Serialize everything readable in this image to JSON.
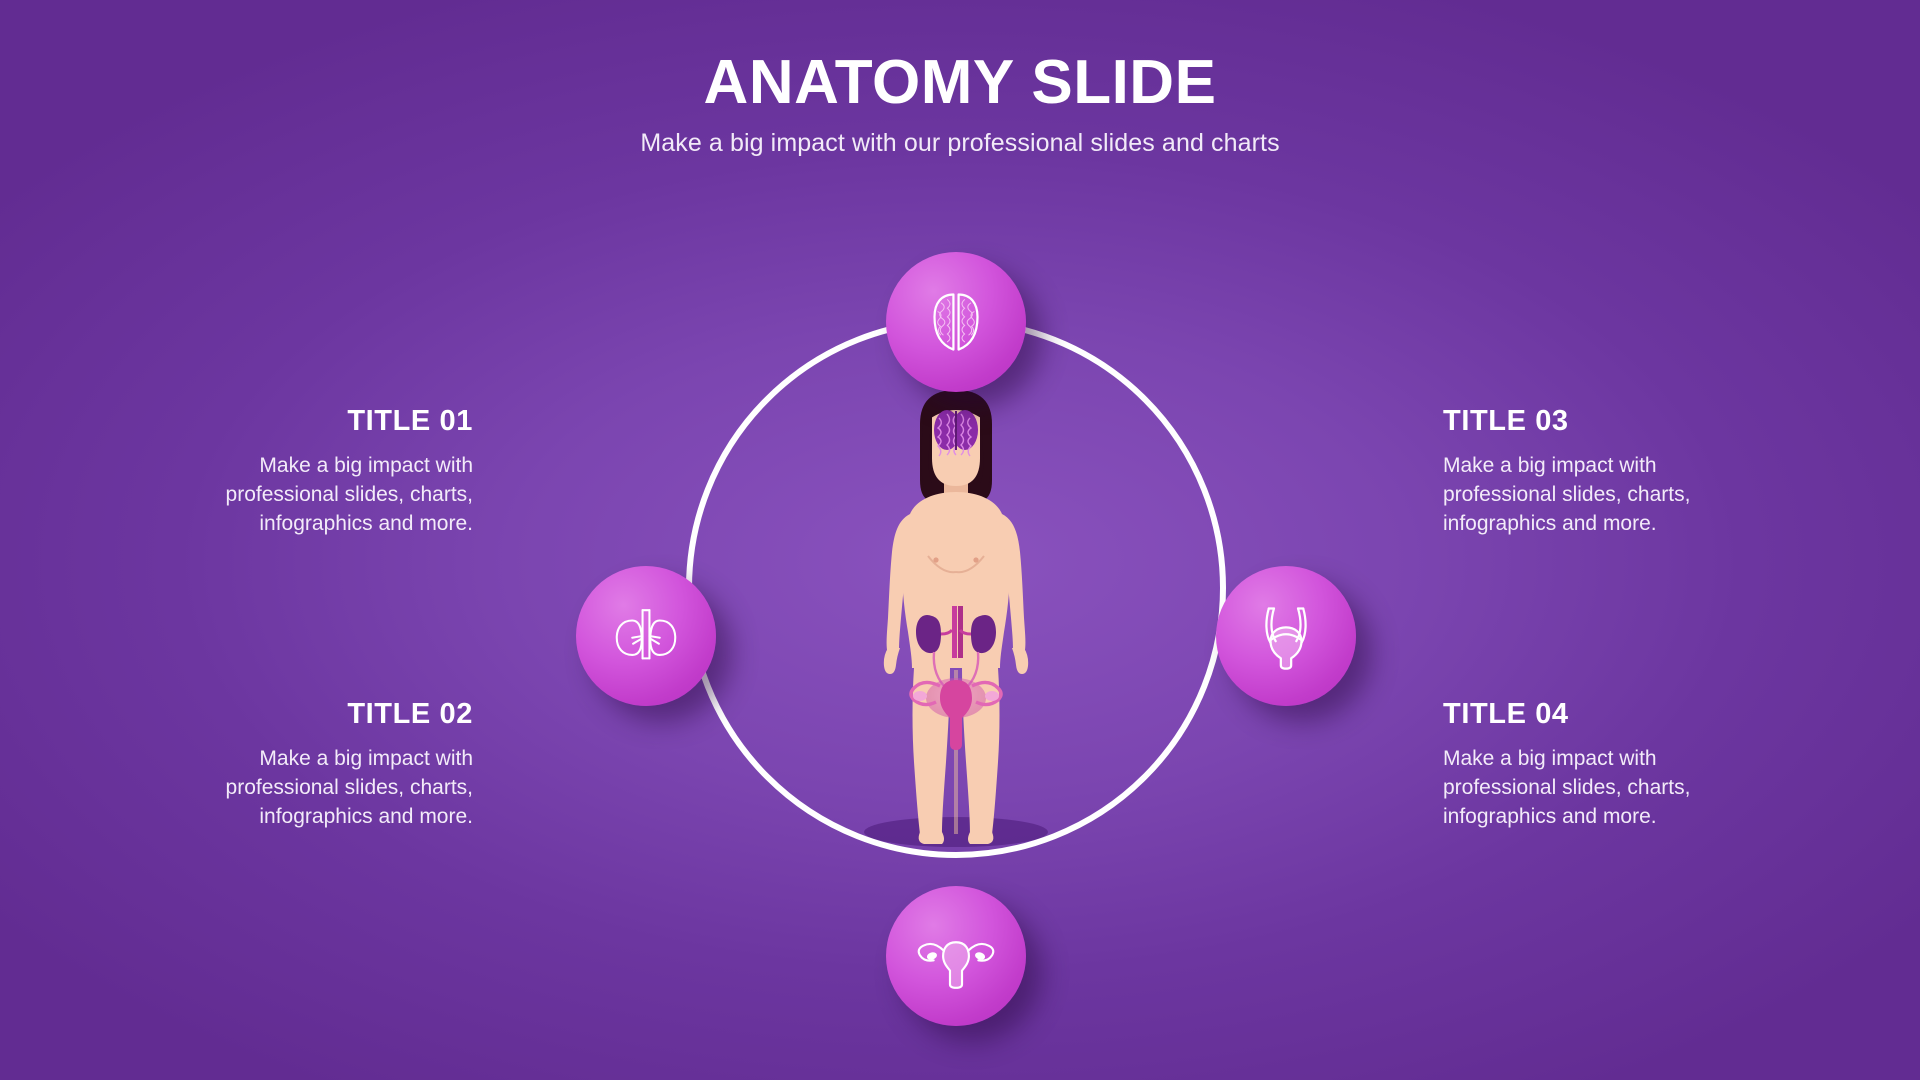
{
  "header": {
    "title": "ANATOMY SLIDE",
    "subtitle": "Make a big impact with our professional slides and charts"
  },
  "theme": {
    "background_purple": "#662D91",
    "background_center_purple": "#8A52BE",
    "bubble_magenta": "#D255DC",
    "bubble_magenta_light": "#E07BE6",
    "text_white": "#FFFFFF",
    "ring_white": "#FFFFFF",
    "skin": "#F6C9AE",
    "hair_dark": "#2B0B18",
    "organ_purple": "#7B2C96",
    "organ_pink": "#E05BB8"
  },
  "blocks": [
    {
      "id": "title-01",
      "title": "TITLE 01",
      "body": "Make a big impact with professional slides, charts, infographics and more.",
      "side": "left",
      "row": "top"
    },
    {
      "id": "title-02",
      "title": "TITLE 02",
      "body": "Make a big impact with professional slides, charts, infographics and more.",
      "side": "left",
      "row": "bottom"
    },
    {
      "id": "title-03",
      "title": "TITLE 03",
      "body": "Make a big impact with professional slides, charts, infographics and more.",
      "side": "right",
      "row": "top"
    },
    {
      "id": "title-04",
      "title": "TITLE 04",
      "body": "Make a big impact with professional slides, charts, infographics and more.",
      "side": "right",
      "row": "bottom"
    }
  ],
  "icons": [
    {
      "id": "brain",
      "name": "brain-icon",
      "position": "top",
      "label": "Brain"
    },
    {
      "id": "kidneys",
      "name": "kidneys-icon",
      "position": "left",
      "label": "Kidneys"
    },
    {
      "id": "bladder",
      "name": "bladder-icon",
      "position": "right",
      "label": "Bladder"
    },
    {
      "id": "uterus",
      "name": "uterus-icon",
      "position": "bottom",
      "label": "Uterus"
    }
  ],
  "figure": {
    "name": "female-body-anatomy-illustration",
    "organs": [
      "brain",
      "kidneys",
      "uterus"
    ]
  }
}
